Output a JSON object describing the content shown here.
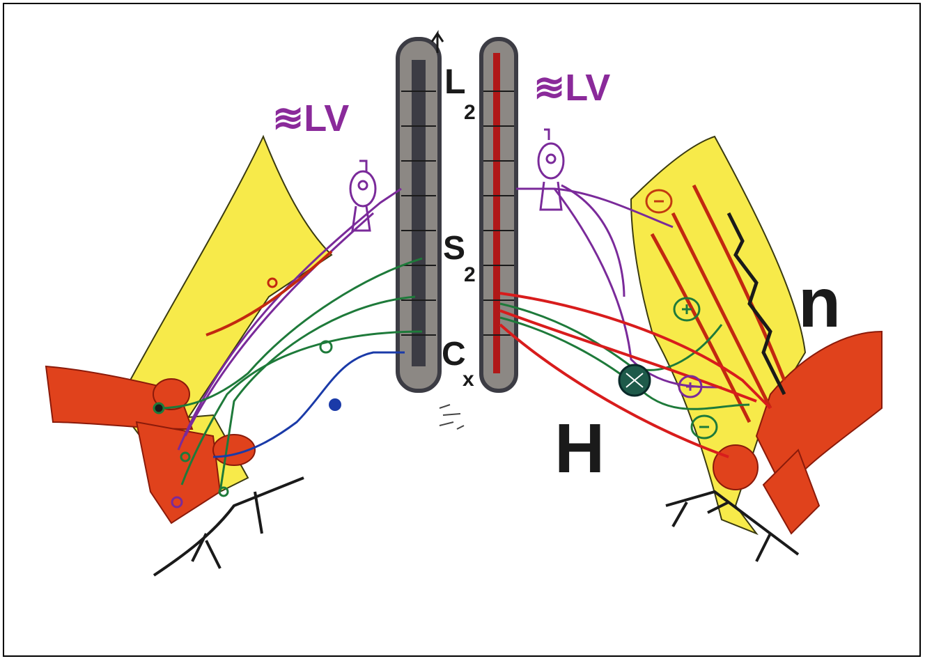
{
  "labels": {
    "left_lv": "≋LV",
    "right_lv": "≋LV",
    "l_letter": "L",
    "l_sub": "2",
    "s_letter": "S",
    "s_sub": "2",
    "c_letter": "C",
    "c_sub": "x",
    "h": "H",
    "n": "n"
  },
  "colors": {
    "muscle_red": "#e0421c",
    "muscle_dark": "#c22810",
    "ligament_yellow": "#f7ea4a",
    "cord_grey": "#8c8884",
    "cord_dark": "#3c3c44",
    "purple": "#7a2a9a",
    "green": "#1e7a3a",
    "blue": "#1a3aa8",
    "red": "#d81c1c",
    "label_purple": "#8a2a9a",
    "label_dark": "#1a1a1a"
  }
}
